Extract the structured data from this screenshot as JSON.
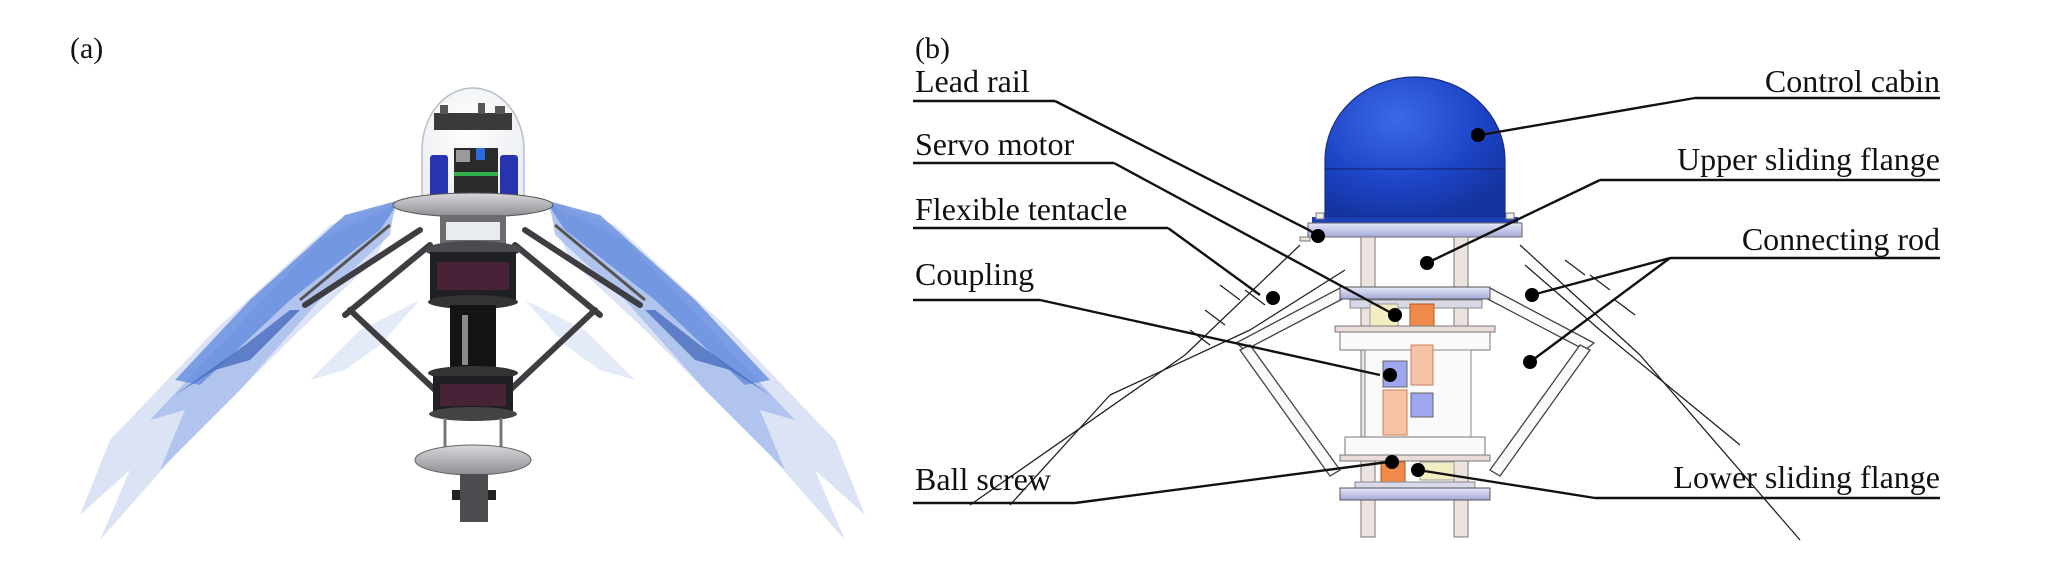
{
  "figure": {
    "panels": [
      {
        "id": "a",
        "label": "(a)",
        "description": "3D render of jellyfish-inspired robot with flexible tentacles"
      },
      {
        "id": "b",
        "label": "(b)",
        "description": "Labeled structural drawing of the robot"
      }
    ]
  },
  "colors": {
    "cabin_blue": "#1d45c8",
    "tentacle_blue": "#4a78d8",
    "tentacle_light": "#c3d2f0",
    "orange_part": "#f08a4b",
    "lavender_part": "#9ea6f0",
    "cream_part": "#f3edc4",
    "metal_gray": "#8a8a8a"
  },
  "callouts": [
    {
      "id": "lead-rail",
      "text": "Lead rail",
      "side": "left"
    },
    {
      "id": "servo-motor",
      "text": "Servo motor",
      "side": "left"
    },
    {
      "id": "flexible-tentacle",
      "text": "Flexible tentacle",
      "side": "left"
    },
    {
      "id": "coupling",
      "text": "Coupling",
      "side": "left"
    },
    {
      "id": "ball-screw",
      "text": "Ball screw",
      "side": "left"
    },
    {
      "id": "control-cabin",
      "text": "Control cabin",
      "side": "right"
    },
    {
      "id": "upper-sliding-flange",
      "text": "Upper sliding flange",
      "side": "right"
    },
    {
      "id": "connecting-rod",
      "text": "Connecting rod",
      "side": "right"
    },
    {
      "id": "lower-sliding-flange",
      "text": "Lower sliding flange",
      "side": "right"
    }
  ]
}
